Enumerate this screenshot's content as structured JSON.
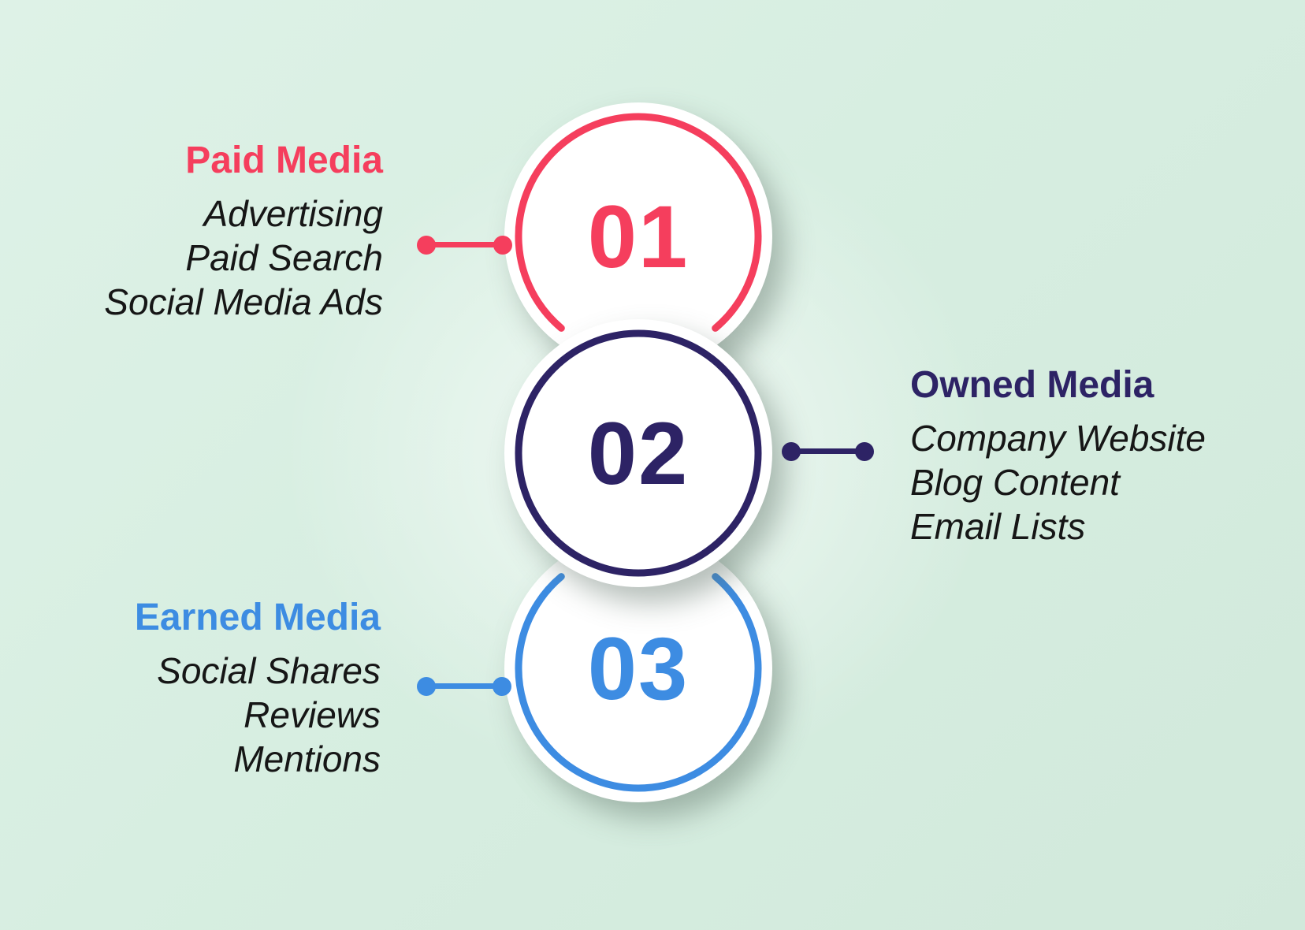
{
  "background": {
    "base": "#d7eee1",
    "glow": "#ffffff"
  },
  "text_color": "#161616",
  "items": [
    {
      "number": "01",
      "title": "Paid Media",
      "lines": [
        "Advertising",
        "Paid Search",
        "Social Media Ads"
      ],
      "color": "#f53e5d",
      "side": "left"
    },
    {
      "number": "02",
      "title": "Owned Media",
      "lines": [
        "Company Website",
        "Blog Content",
        "Email Lists"
      ],
      "color": "#2d2365",
      "side": "right"
    },
    {
      "number": "03",
      "title": "Earned Media",
      "lines": [
        "Social Shares",
        "Reviews",
        "Mentions"
      ],
      "color": "#3d8ce2",
      "side": "left"
    }
  ]
}
